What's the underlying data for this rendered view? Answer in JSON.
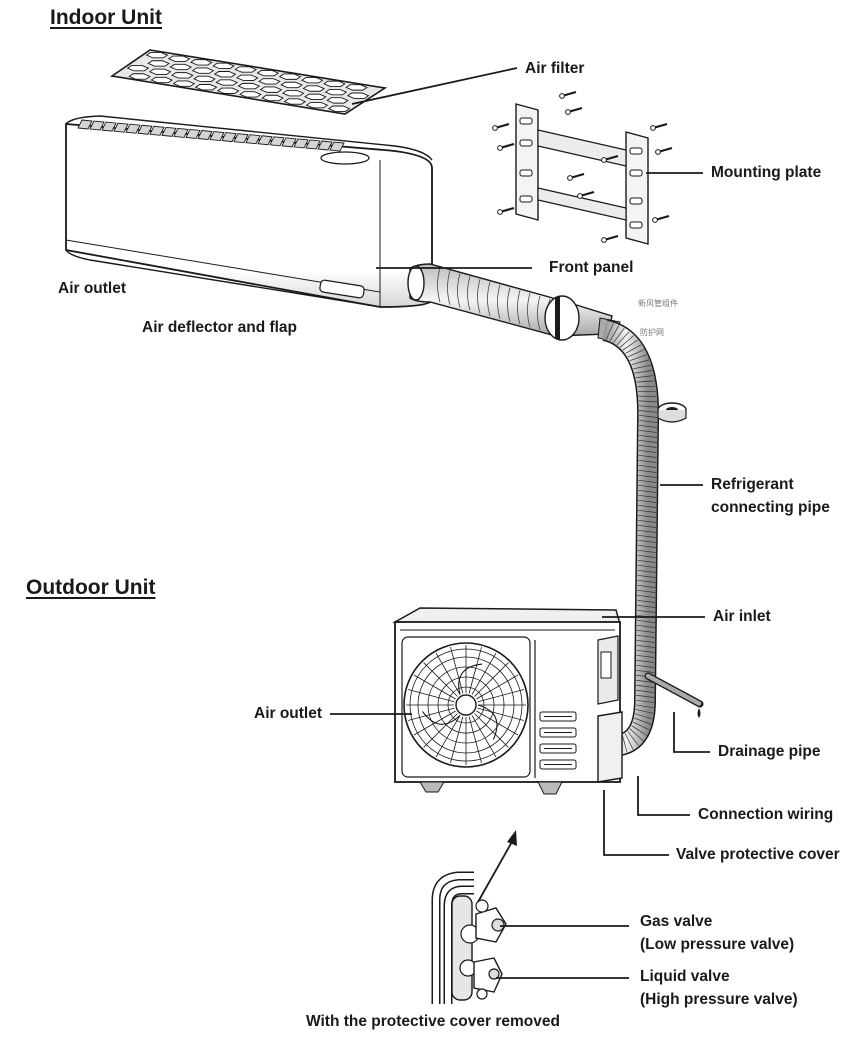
{
  "headings": {
    "indoor": "Indoor Unit",
    "outdoor": "Outdoor Unit"
  },
  "labels": {
    "air_filter": "Air filter",
    "mounting_plate": "Mounting plate",
    "front_panel": "Front panel",
    "indoor_air_outlet": "Air outlet",
    "air_deflector": "Air deflector and flap",
    "refrigerant_pipe_line1": "Refrigerant",
    "refrigerant_pipe_line2": "connecting pipe",
    "air_inlet": "Air inlet",
    "outdoor_air_outlet": "Air outlet",
    "drainage_pipe": "Drainage pipe",
    "connection_wiring": "Connection wiring",
    "valve_cover": "Valve protective cover",
    "gas_valve_line1": "Gas valve",
    "gas_valve_line2": "(Low pressure valve)",
    "liquid_valve_line1": "Liquid valve",
    "liquid_valve_line2": "(High pressure valve)",
    "cover_removed": "With the protective cover removed"
  },
  "annotations_cn": {
    "fresh_air": "新风管组件",
    "guard_net": "防护网"
  },
  "colors": {
    "line": "#1a1a1a",
    "body": "#ffffff",
    "shade": "#d9d9d9"
  }
}
